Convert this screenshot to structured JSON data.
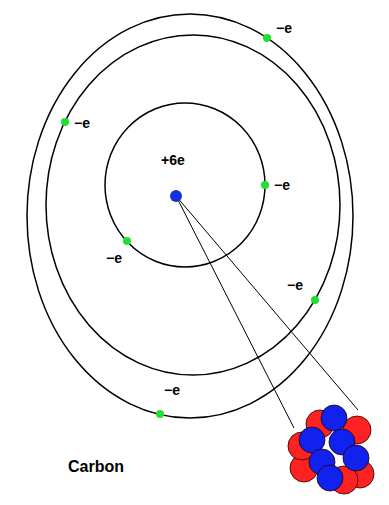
{
  "diagram": {
    "labels": [
      "−e",
      "−e",
      "+6e",
      "−e",
      "−e",
      "−e",
      "−e",
      "Carbon"
    ]
  }
}
